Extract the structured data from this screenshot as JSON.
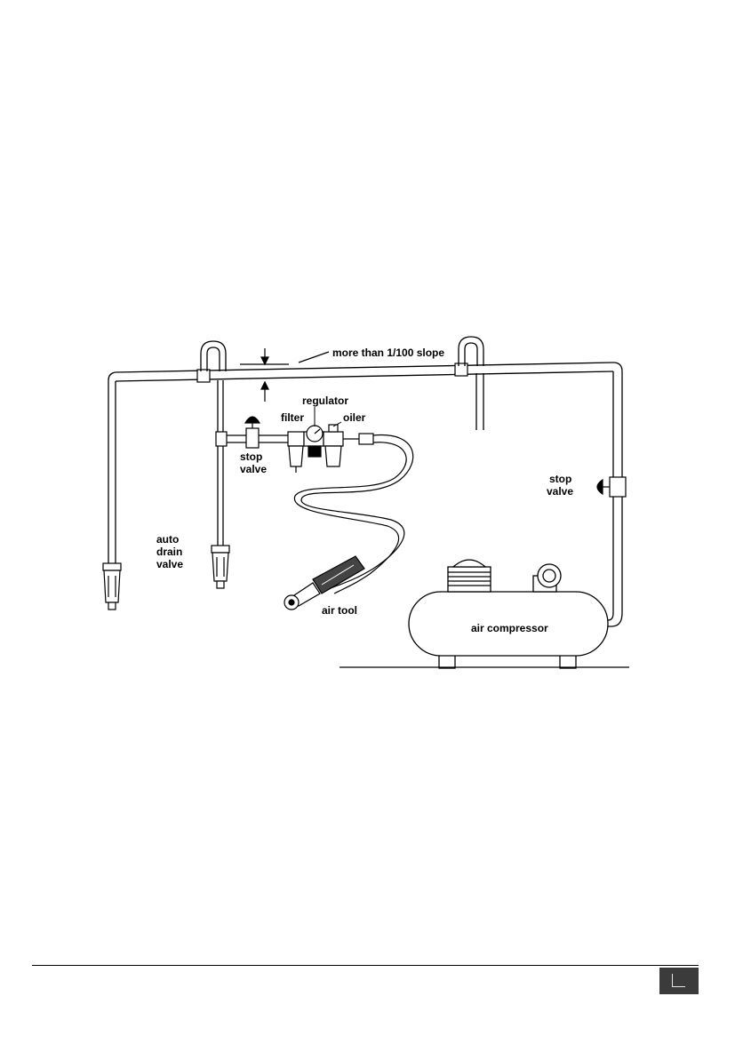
{
  "diagram": {
    "labels": {
      "slope": "more than 1/100 slope",
      "regulator": "regulator",
      "filter": "filter",
      "oiler": "oiler",
      "stop_valve_left_1": "stop",
      "stop_valve_left_2": "valve",
      "stop_valve_right_1": "stop",
      "stop_valve_right_2": "valve",
      "auto_drain_1": "auto",
      "auto_drain_2": "drain",
      "auto_drain_3": "valve",
      "air_tool": "air tool",
      "air_compressor": "air compressor"
    }
  },
  "footer": {
    "page_tab_color": "#3b3b3b"
  }
}
